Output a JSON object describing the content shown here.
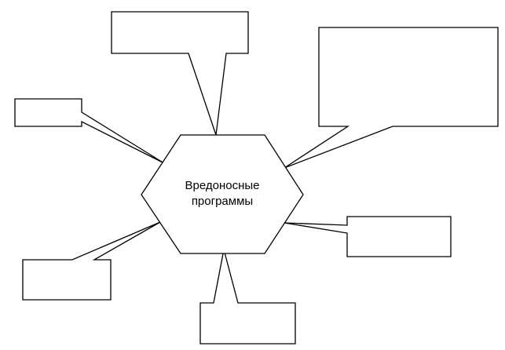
{
  "center": {
    "line1": "Вредоносные",
    "line2": "программы"
  },
  "callouts": [
    {
      "id": "top",
      "text": ""
    },
    {
      "id": "top-right",
      "text": ""
    },
    {
      "id": "left-upper",
      "text": ""
    },
    {
      "id": "right-lower",
      "text": ""
    },
    {
      "id": "left-lower",
      "text": ""
    },
    {
      "id": "bottom",
      "text": ""
    }
  ]
}
